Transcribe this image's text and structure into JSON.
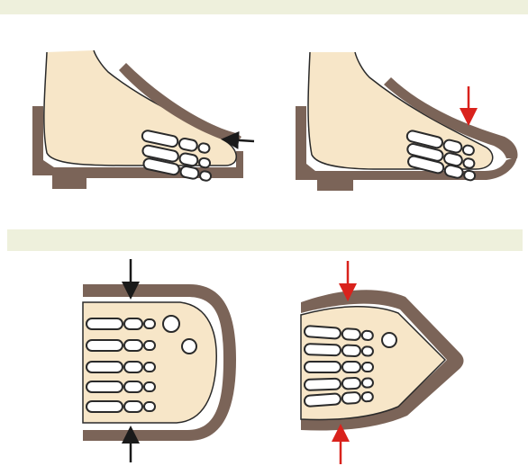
{
  "figure": {
    "panels": [
      {
        "id": "side-view-fitted-shoe",
        "arrow_color": "#1a1a1a"
      },
      {
        "id": "side-view-tight-shoe",
        "arrow_color": "#d9221c"
      },
      {
        "id": "top-view-round-toe",
        "arrow_color": "#1a1a1a"
      },
      {
        "id": "top-view-pointed-toe",
        "arrow_color": "#d9221c"
      }
    ],
    "colors": {
      "shoe": "#7b6458",
      "skin": "#f7e6c8",
      "bone_fill": "#ffffff",
      "outline": "#2a2a2a",
      "band": "#eef0dc",
      "arrow_black": "#1a1a1a",
      "arrow_red": "#d9221c"
    }
  }
}
